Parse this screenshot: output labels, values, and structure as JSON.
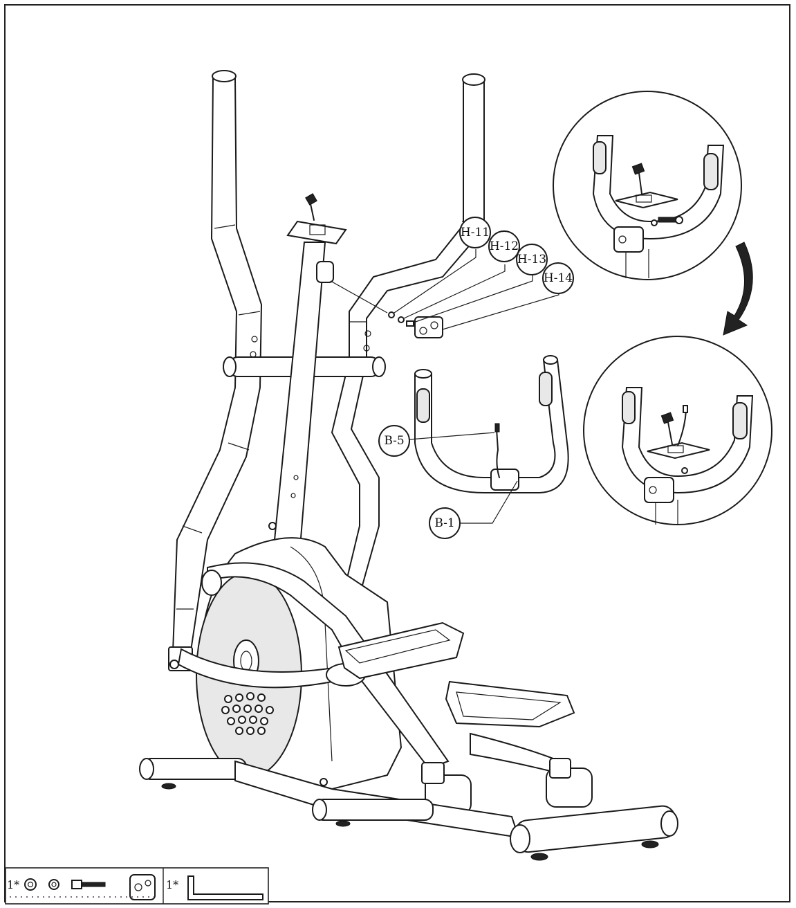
{
  "callouts": {
    "h11": "H-11",
    "h12": "H-12",
    "h13": "H-13",
    "h14": "H-14",
    "b5": "B-5",
    "b1": "B-1"
  },
  "hardware_box": {
    "qty_left": "1*",
    "qty_right": "1*"
  }
}
